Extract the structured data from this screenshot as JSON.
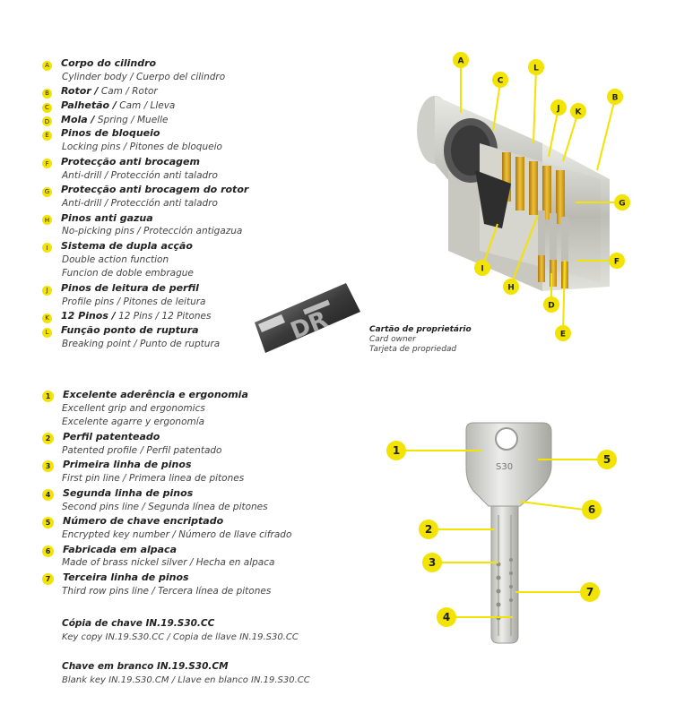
{
  "cylinder_legend": [
    {
      "badge": "A",
      "main": "Corpo do cilindro",
      "rest": "",
      "sub": [
        "Cylinder body / Cuerpo del cilindro"
      ]
    },
    {
      "badge": "B",
      "main": "Rotor /",
      "rest": " Cam / Rotor",
      "sub": []
    },
    {
      "badge": "C",
      "main": "Palhetão /",
      "rest": " Cam / Lleva",
      "sub": []
    },
    {
      "badge": "D",
      "main": "Mola /",
      "rest": " Spring / Muelle",
      "sub": []
    },
    {
      "badge": "E",
      "main": "Pinos de bloqueio",
      "rest": "",
      "sub": [
        "Locking pins / Pitones de bloqueio"
      ]
    },
    {
      "badge": "F",
      "main": "Protecção anti brocagem",
      "rest": "",
      "sub": [
        "Anti-drill / Protección anti taladro"
      ]
    },
    {
      "badge": "G",
      "main": "Protecção anti brocagem do rotor",
      "rest": "",
      "sub": [
        "Anti-drill / Protección anti taladro"
      ]
    },
    {
      "badge": "H",
      "main": "Pinos anti gazua",
      "rest": "",
      "sub": [
        "No-picking pins / Protección antigazua"
      ]
    },
    {
      "badge": "I",
      "main": "Sistema de dupla acção",
      "rest": "",
      "sub": [
        "Double action function",
        "Funcion de doble embrague"
      ]
    },
    {
      "badge": "J",
      "main": "Pinos de leitura de perfil",
      "rest": "",
      "sub": [
        "Profile pins / Pitones de leitura"
      ]
    },
    {
      "badge": "K",
      "main": "12 Pinos /",
      "rest": " 12 Pins / 12 Pitones",
      "sub": []
    },
    {
      "badge": "L",
      "main": "Função ponto de ruptura",
      "rest": "",
      "sub": [
        "Breaking point / Punto de ruptura"
      ]
    }
  ],
  "card": {
    "title": "Cartão de proprietário",
    "line1": "Card owner",
    "line2": "Tarjeta de propriedad"
  },
  "cylinder_callouts": [
    "A",
    "B",
    "C",
    "D",
    "E",
    "F",
    "G",
    "H",
    "I",
    "J",
    "K",
    "L"
  ],
  "key_legend": [
    {
      "badge": "1",
      "main": "Excelente aderência e ergonomia",
      "sub": [
        "Excellent grip and ergonomics",
        "Excelente agarre y ergonomía"
      ]
    },
    {
      "badge": "2",
      "main": "Perfil patenteado",
      "sub": [
        "Patented profile / Perfil patentado"
      ]
    },
    {
      "badge": "3",
      "main": "Primeira linha de pinos",
      "sub": [
        "First pin line / Primera linea de pitones"
      ]
    },
    {
      "badge": "4",
      "main": "Segunda linha de pinos",
      "sub": [
        "Second pins line / Segunda línea de pitones"
      ]
    },
    {
      "badge": "5",
      "main": "Número de chave encriptado",
      "sub": [
        "Encrypted key number / Número de llave cifrado"
      ]
    },
    {
      "badge": "6",
      "main": "Fabricada em alpaca",
      "sub": [
        "Made of brass nickel silver / Hecha en alpaca"
      ]
    },
    {
      "badge": "7",
      "main": "Terceira linha de pinos",
      "sub": [
        "Third row pins line / Tercera línea de pitones"
      ]
    }
  ],
  "key_copy": {
    "title": "Cópia de chave IN.19.S30.CC",
    "sub": "Key copy IN.19.S30.CC / Copia de llave IN.19.S30.CC"
  },
  "key_blank": {
    "title": "Chave em branco IN.19.S30.CM",
    "sub": "Blank key IN.19.S30.CM / Llave en blanco IN.19.S30.CC"
  },
  "key_callouts": [
    "1",
    "2",
    "3",
    "4",
    "5",
    "6",
    "7"
  ],
  "key_engraving": "S30",
  "colors": {
    "badge_yellow": "#f2e300",
    "leader_yellow": "#f2e300",
    "brass": "#d9a520",
    "nickel": "#c9c9c4"
  }
}
